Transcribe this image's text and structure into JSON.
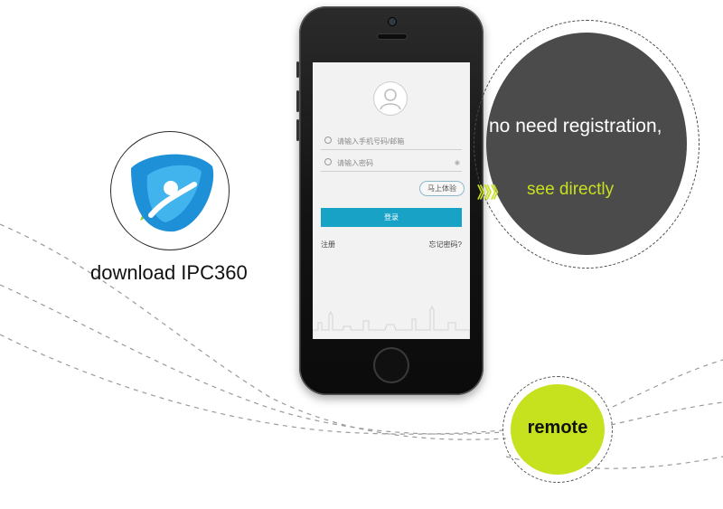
{
  "app": {
    "name_label": "download IPC360"
  },
  "phone_screen": {
    "account_placeholder": "请输入手机号码/邮箱",
    "password_placeholder": "请输入密码",
    "trial_button": "马上体验",
    "login_button": "登录",
    "register_link": "注册",
    "forgot_link": "忘记密码?"
  },
  "callout": {
    "line1": "no need registration,",
    "arrows": "》》》",
    "line2": "see directly"
  },
  "badge": {
    "label": "remote"
  },
  "colors": {
    "accent_lime": "#c6e21e",
    "login_blue": "#17a2c6",
    "dark_bubble": "#4b4b4b"
  }
}
